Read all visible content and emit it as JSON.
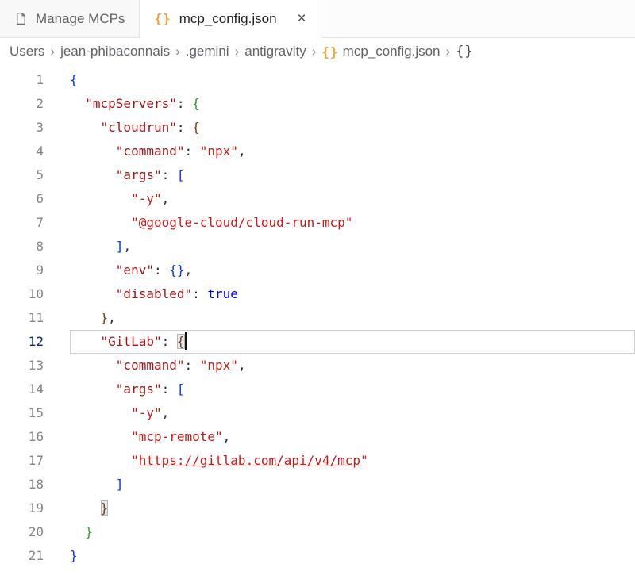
{
  "tabs": [
    {
      "label": "Manage MCPs",
      "icon": "file",
      "active": false
    },
    {
      "label": "mcp_config.json",
      "icon": "json-braces",
      "active": true,
      "close": "×"
    }
  ],
  "breadcrumb": {
    "separator": "›",
    "items": [
      {
        "label": "Users"
      },
      {
        "label": "jean-phibaconnais"
      },
      {
        "label": ".gemini"
      },
      {
        "label": "antigravity"
      },
      {
        "label": "mcp_config.json",
        "icon": "json-braces"
      },
      {
        "label": "{}",
        "style": "symbol"
      }
    ]
  },
  "editor": {
    "language": "json",
    "active_line": 12,
    "lines": [
      [
        {
          "t": "{",
          "c": "b1"
        }
      ],
      [
        {
          "t": "  ",
          "c": "pl"
        },
        {
          "t": "\"mcpServers\"",
          "c": "key"
        },
        {
          "t": ": ",
          "c": "pl"
        },
        {
          "t": "{",
          "c": "b2"
        }
      ],
      [
        {
          "t": "    ",
          "c": "pl"
        },
        {
          "t": "\"cloudrun\"",
          "c": "key"
        },
        {
          "t": ": ",
          "c": "pl"
        },
        {
          "t": "{",
          "c": "b3"
        }
      ],
      [
        {
          "t": "      ",
          "c": "pl"
        },
        {
          "t": "\"command\"",
          "c": "key"
        },
        {
          "t": ": ",
          "c": "pl"
        },
        {
          "t": "\"npx\"",
          "c": "str"
        },
        {
          "t": ",",
          "c": "pl"
        }
      ],
      [
        {
          "t": "      ",
          "c": "pl"
        },
        {
          "t": "\"args\"",
          "c": "key"
        },
        {
          "t": ": ",
          "c": "pl"
        },
        {
          "t": "[",
          "c": "b1"
        }
      ],
      [
        {
          "t": "        ",
          "c": "pl"
        },
        {
          "t": "\"-y\"",
          "c": "str"
        },
        {
          "t": ",",
          "c": "pl"
        }
      ],
      [
        {
          "t": "        ",
          "c": "pl"
        },
        {
          "t": "\"@google-cloud/cloud-run-mcp\"",
          "c": "str"
        }
      ],
      [
        {
          "t": "      ",
          "c": "pl"
        },
        {
          "t": "]",
          "c": "b1"
        },
        {
          "t": ",",
          "c": "pl"
        }
      ],
      [
        {
          "t": "      ",
          "c": "pl"
        },
        {
          "t": "\"env\"",
          "c": "key"
        },
        {
          "t": ": ",
          "c": "pl"
        },
        {
          "t": "{}",
          "c": "b1"
        },
        {
          "t": ",",
          "c": "pl"
        }
      ],
      [
        {
          "t": "      ",
          "c": "pl"
        },
        {
          "t": "\"disabled\"",
          "c": "key"
        },
        {
          "t": ": ",
          "c": "pl"
        },
        {
          "t": "true",
          "c": "kw"
        }
      ],
      [
        {
          "t": "    ",
          "c": "pl"
        },
        {
          "t": "}",
          "c": "b3"
        },
        {
          "t": ",",
          "c": "pl"
        }
      ],
      [
        {
          "t": "    ",
          "c": "pl"
        },
        {
          "t": "\"GitLab\"",
          "c": "key"
        },
        {
          "t": ": ",
          "c": "pl"
        },
        {
          "t": "{",
          "c": "b3 match"
        },
        {
          "t": "",
          "c": "cursor"
        }
      ],
      [
        {
          "t": "      ",
          "c": "pl"
        },
        {
          "t": "\"command\"",
          "c": "key"
        },
        {
          "t": ": ",
          "c": "pl"
        },
        {
          "t": "\"npx\"",
          "c": "str"
        },
        {
          "t": ",",
          "c": "pl"
        }
      ],
      [
        {
          "t": "      ",
          "c": "pl"
        },
        {
          "t": "\"args\"",
          "c": "key"
        },
        {
          "t": ": ",
          "c": "pl"
        },
        {
          "t": "[",
          "c": "b1"
        }
      ],
      [
        {
          "t": "        ",
          "c": "pl"
        },
        {
          "t": "\"-y\"",
          "c": "str"
        },
        {
          "t": ",",
          "c": "pl"
        }
      ],
      [
        {
          "t": "        ",
          "c": "pl"
        },
        {
          "t": "\"mcp-remote\"",
          "c": "str"
        },
        {
          "t": ",",
          "c": "pl"
        }
      ],
      [
        {
          "t": "        ",
          "c": "pl"
        },
        {
          "t": "\"",
          "c": "str"
        },
        {
          "t": "https://gitlab.com/api/v4/mcp",
          "c": "link"
        },
        {
          "t": "\"",
          "c": "str"
        }
      ],
      [
        {
          "t": "      ",
          "c": "pl"
        },
        {
          "t": "]",
          "c": "b1"
        }
      ],
      [
        {
          "t": "    ",
          "c": "pl"
        },
        {
          "t": "}",
          "c": "b3 match"
        }
      ],
      [
        {
          "t": "  ",
          "c": "pl"
        },
        {
          "t": "}",
          "c": "b2"
        }
      ],
      [
        {
          "t": "}",
          "c": "b1"
        }
      ]
    ]
  },
  "colors": {
    "json_icon": "#e8a33d",
    "key": "#a31515",
    "string": "#c41a16",
    "keyword_true": "#0000ff",
    "bracket_level1": "#0431fa",
    "bracket_level2": "#319331",
    "bracket_level3": "#7b3814",
    "active_line_border": "#d0d0d0"
  }
}
